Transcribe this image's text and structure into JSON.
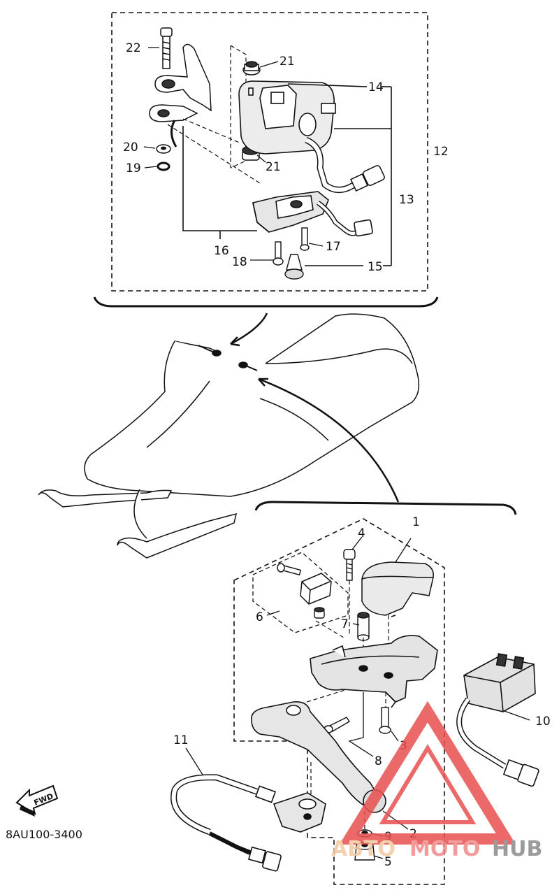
{
  "diagram": {
    "catalog_code": "8AU100-3400",
    "direction_label": "FWD",
    "callouts": [
      {
        "id": "c22",
        "label": "22"
      },
      {
        "id": "c21a",
        "label": "21"
      },
      {
        "id": "c14",
        "label": "14"
      },
      {
        "id": "c12",
        "label": "12"
      },
      {
        "id": "c20",
        "label": "20"
      },
      {
        "id": "c19",
        "label": "19"
      },
      {
        "id": "c21b",
        "label": "21"
      },
      {
        "id": "c13",
        "label": "13"
      },
      {
        "id": "c16",
        "label": "16"
      },
      {
        "id": "c17",
        "label": "17"
      },
      {
        "id": "c18",
        "label": "18"
      },
      {
        "id": "c15",
        "label": "15"
      },
      {
        "id": "c1",
        "label": "1"
      },
      {
        "id": "c4",
        "label": "4"
      },
      {
        "id": "c6",
        "label": "6"
      },
      {
        "id": "c7",
        "label": "7"
      },
      {
        "id": "c10",
        "label": "10"
      },
      {
        "id": "c3",
        "label": "3"
      },
      {
        "id": "c8",
        "label": "8"
      },
      {
        "id": "c11",
        "label": "11"
      },
      {
        "id": "c2",
        "label": "2"
      },
      {
        "id": "c9",
        "label": "9"
      },
      {
        "id": "c5",
        "label": "5"
      }
    ]
  },
  "watermark": {
    "part1": "АВТО",
    "part2": "МОТО",
    "part3": "HUB",
    "color_light": "#f3c9a0",
    "color_red": "#e85050",
    "color_gray": "#8a8a8a"
  }
}
